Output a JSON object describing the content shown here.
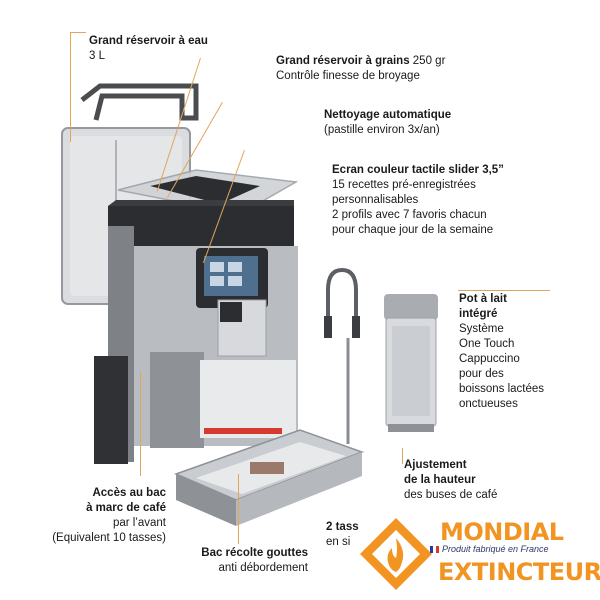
{
  "callouts": {
    "reservoir_eau": {
      "title": "Grand réservoir à eau",
      "line2": "3 L"
    },
    "reservoir_grains": {
      "title": "Grand réservoir à grains",
      "title_suffix": " 250 gr",
      "line2": "Contrôle finesse de broyage"
    },
    "nettoyage": {
      "title": "Nettoyage automatique",
      "line2": "(pastille environ 3x/an)"
    },
    "ecran": {
      "title": "Ecran couleur tactile slider 3,5”",
      "line2": "15 recettes pré-enregistrées",
      "line3": "personnalisables",
      "line4": "2 profils avec 7 favoris chacun",
      "line5": "pour chaque jour de la semaine"
    },
    "pot_lait": {
      "title1": "Pot à lait",
      "title2": "intégré",
      "line3": "Système",
      "line4": "One Touch",
      "line5": "Cappuccino",
      "line6": "pour des",
      "line7": "boissons lactées",
      "line8": "onctueuses"
    },
    "ajustement": {
      "title1": "Ajustement",
      "title2": "de la hauteur",
      "line3": "des buses de café"
    },
    "acces_bac": {
      "title1": "Accès au bac",
      "title2": "à marc de café",
      "line3": "par l’avant",
      "line4": "(Equivalent 10 tasses)"
    },
    "bac_gouttes": {
      "title": "Bac récolte gouttes",
      "line2": "anti débordement"
    },
    "tasses": {
      "title": "2 tass",
      "line2": "en si"
    }
  },
  "logo": {
    "brand_line1": "MONDIAL",
    "tagline": "Produit fabriqué en France",
    "brand_line2": "EXTINCTEUR"
  },
  "colors": {
    "leader": "#e0a65a",
    "logo_orange": "#f29422",
    "logo_navy": "#2a3a66",
    "machine_silver": "#b9bcc0",
    "machine_dark": "#2b2d30"
  }
}
